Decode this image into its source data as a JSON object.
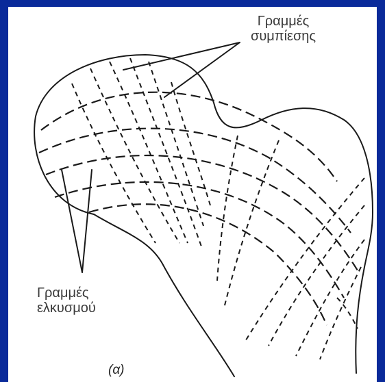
{
  "diagram": {
    "compression_label": [
      "Γραμμές",
      "συμπίεσης"
    ],
    "tension_label": [
      "Γραμμές",
      "ελκυσμού"
    ],
    "caption": "(α)"
  },
  "colors": {
    "frame": "#0a2a9a",
    "ink": "#1a1a1a"
  }
}
